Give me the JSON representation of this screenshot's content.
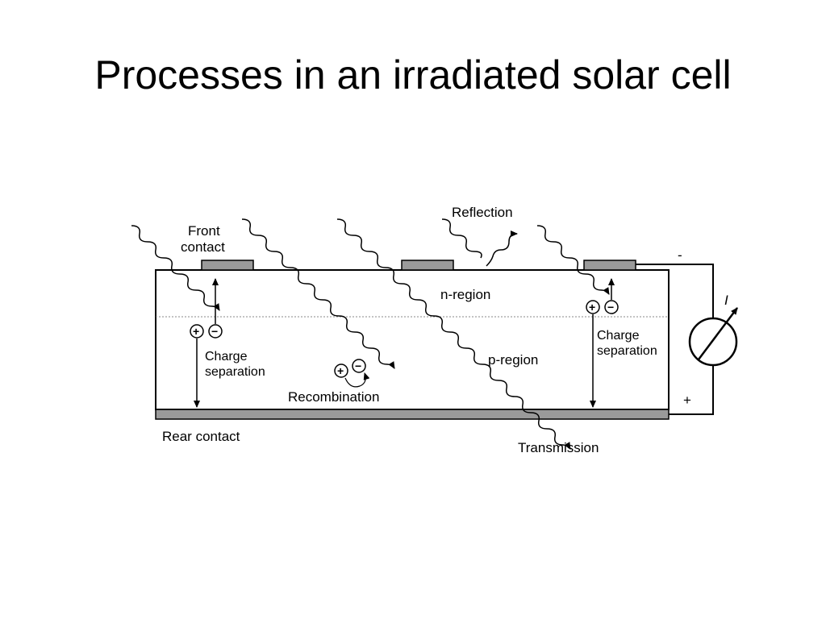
{
  "slide": {
    "title": "Processes in an irradiated solar cell"
  },
  "diagram": {
    "labels": {
      "front_contact_line1": "Front",
      "front_contact_line2": "contact",
      "reflection": "Reflection",
      "n_region": "n-region",
      "p_region": "p-region",
      "charge_sep_left_line1": "Charge",
      "charge_sep_left_line2": "separation",
      "charge_sep_right_line1": "Charge",
      "charge_sep_right_line2": "separation",
      "recombination": "Recombination",
      "rear_contact": "Rear contact",
      "transmission": "Transmission",
      "terminal_negative": "-",
      "terminal_positive": "+",
      "current_symbol": "I",
      "hole_symbol": "+",
      "electron_symbol": "−"
    }
  }
}
